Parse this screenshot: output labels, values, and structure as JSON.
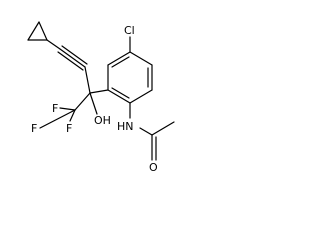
{
  "molecule": {
    "atom_labels": {
      "cl": "Cl",
      "oh": "OH",
      "nh": "HN",
      "o": "O",
      "f1": "F",
      "f2": "F",
      "f3": "F"
    }
  },
  "colors": {
    "bond": "#000000",
    "label": "#000000",
    "background": "#ffffff"
  }
}
